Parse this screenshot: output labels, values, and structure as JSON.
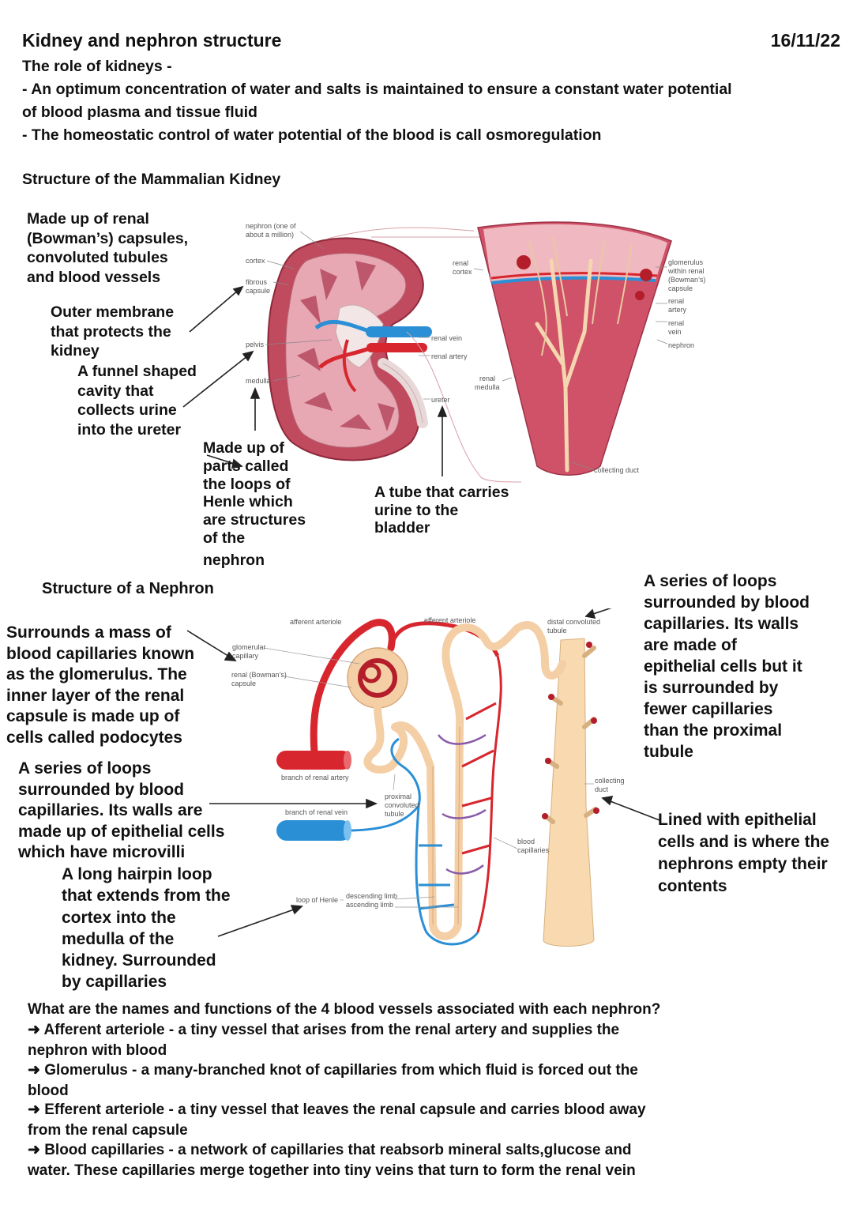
{
  "header": {
    "title": "Kidney and nephron structure",
    "date": "16/11/22"
  },
  "intro": {
    "l1": "The role of kidneys -",
    "l2": "- An optimum concentration of water and salts is maintained to ensure a constant water potential",
    "l3": "of blood plasma and tissue fluid",
    "l4": "- The homeostatic control of water potential of the blood is call osmoregulation"
  },
  "kidney": {
    "heading": "Structure of the Mammalian Kidney",
    "notes": {
      "cortex": [
        "Made up of renal",
        "(Bowman’s) capsules,",
        "convoluted tubules",
        "and blood vessels"
      ],
      "capsule": [
        "Outer membrane",
        "that protects the",
        "kidney"
      ],
      "pelvis": [
        "A funnel shaped",
        "cavity that",
        "collects urine",
        "into the ureter"
      ],
      "medulla": [
        "Made up of",
        "parts called",
        "the loops of",
        "Henle which",
        "are structures",
        "of the",
        "nephron"
      ],
      "ureter": [
        "A tube that carries",
        "urine to the",
        "bladder"
      ]
    },
    "labels": {
      "nephron": [
        "nephron (one of",
        "about a million)"
      ],
      "cortex": "cortex",
      "fibrous": [
        "fibrous",
        "capsule"
      ],
      "pelvis": "pelvis",
      "medulla": "medulla",
      "renal_vein": "renal vein",
      "renal_artery": "renal artery",
      "ureter": "ureter",
      "renal_cortex": [
        "renal",
        "cortex"
      ],
      "renal_medulla": [
        "renal",
        "medulla"
      ],
      "glomerulus": [
        "glomerulus",
        "within renal",
        "(Bowman’s)",
        "capsule"
      ],
      "renal_artery2": [
        "renal",
        "artery"
      ],
      "renal_vein2": [
        "renal",
        "vein"
      ],
      "nephron2": "nephron",
      "collecting_duct": "collecting duct"
    }
  },
  "nephron": {
    "heading": "Structure of a Nephron",
    "notes": {
      "capsule": [
        "Surrounds a mass of",
        "blood capillaries known",
        "as the glomerulus. The",
        "inner layer of the renal",
        "capsule is made up of",
        "cells called podocytes"
      ],
      "proximal": [
        "A series of loops",
        "surrounded by blood",
        "capillaries. Its walls are",
        "made up of epithelial cells",
        "which have microvilli"
      ],
      "henle": [
        "A long hairpin loop",
        "that extends from the",
        "cortex into the",
        "medulla of the",
        "kidney. Surrounded",
        "by capillaries"
      ],
      "distal": [
        "A series of loops",
        "surrounded by blood",
        "capillaries. Its walls",
        "are made of",
        "epithelial cells but it",
        "is surrounded by",
        "fewer capillaries",
        "than the proximal",
        "tubule"
      ],
      "duct": [
        "Lined with epithelial",
        "cells and is where the",
        "nephrons empty their",
        "contents"
      ]
    },
    "labels": {
      "afferent": "afferent arteriole",
      "efferent": "efferent arteriole",
      "distal": [
        "distal convoluted",
        "tubule"
      ],
      "glomerular": [
        "glomerular",
        "capillary"
      ],
      "bowman": [
        "renal (Bowman’s)",
        "capsule"
      ],
      "branch_artery": "branch of renal artery",
      "branch_vein": "branch of renal vein",
      "proximal": [
        "proximal",
        "convoluted",
        "tubule"
      ],
      "collecting": [
        "collecting",
        "duct"
      ],
      "capillaries": [
        "blood",
        "capillaries"
      ],
      "loop": "loop of Henle",
      "descending": "descending limb",
      "ascending": "ascending limb"
    }
  },
  "questions": {
    "q": "What are the names and functions of the 4 blood vessels associated with each nephron?",
    "a1": [
      "➜ Afferent arteriole - a tiny vessel that arises from the renal artery and supplies the",
      "nephron with blood"
    ],
    "a2": [
      "➜ Glomerulus - a many-branched knot of capillaries from which fluid is forced out the",
      "blood"
    ],
    "a3": [
      "➜ Efferent arteriole - a tiny vessel that leaves the renal capsule and carries blood away",
      "from the renal capsule"
    ],
    "a4": [
      "➜ Blood capillaries - a network of capillaries that reabsorb mineral salts,glucose and",
      "water. These capillaries merge together into tiny veins that turn to form the renal vein"
    ]
  }
}
